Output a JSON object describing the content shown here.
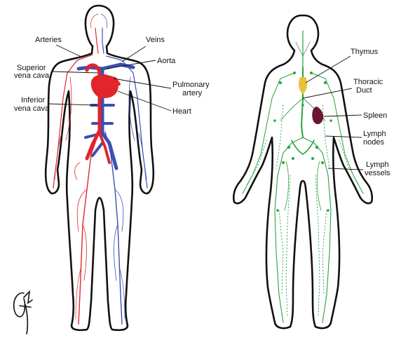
{
  "colors": {
    "artery": "#e0262b",
    "vein": "#3b4fb4",
    "lymph": "#2aa23f",
    "thymus": "#e9c23b",
    "spleen": "#6b1535",
    "outline": "#111111"
  },
  "circulatory": {
    "labels": {
      "arteries": "Arteries",
      "veins": "Veins",
      "svc_line1": "Superior",
      "svc_line2": "vena cava",
      "aorta": "Aorta",
      "pulmonary_line1": "Pulmonary",
      "pulmonary_line2": "artery",
      "ivc_line1": "Inferior",
      "ivc_line2": "vena cava",
      "heart": "Heart"
    }
  },
  "lymphatic": {
    "labels": {
      "thymus": "Thymus",
      "thoracic_line1": "Thoracic",
      "thoracic_line2": "Duct",
      "spleen": "Spleen",
      "nodes_line1": "Lymph",
      "nodes_line2": "nodes",
      "vessels_line1": "Lymph",
      "vessels_line2": "vessels"
    }
  },
  "signature": "artist-signature"
}
